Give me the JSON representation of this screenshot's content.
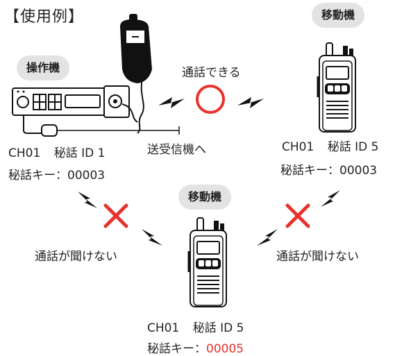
{
  "title": "【使用例】",
  "operator_label": "操作機",
  "mobile_top_label": "移動機",
  "mobile_bottom_label": "移動機",
  "communicate_ok_text": "通話できる",
  "to_transceiver_text": "送受信機へ",
  "left_unit": {
    "channel": "CH01",
    "secret_id_label": "秘話 ID",
    "secret_id": "1",
    "key_label": "秘話キー：",
    "key": "00003"
  },
  "right_unit": {
    "channel": "CH01",
    "secret_id_label": "秘話 ID",
    "secret_id": "5",
    "key_label": "秘話キー：",
    "key": "00003"
  },
  "bottom_unit": {
    "channel": "CH01",
    "secret_id_label": "秘話 ID",
    "secret_id": "5",
    "key_label": "秘話キー：",
    "key": "00005"
  },
  "cannot_hear_left": "通話が聞けない",
  "cannot_hear_right": "通話が聞けない",
  "colors": {
    "ok_circle": "#e8322c",
    "ng_cross": "#e8322c",
    "key_mismatch": "#e8322c",
    "pill_bg": "#e3e3e3"
  }
}
